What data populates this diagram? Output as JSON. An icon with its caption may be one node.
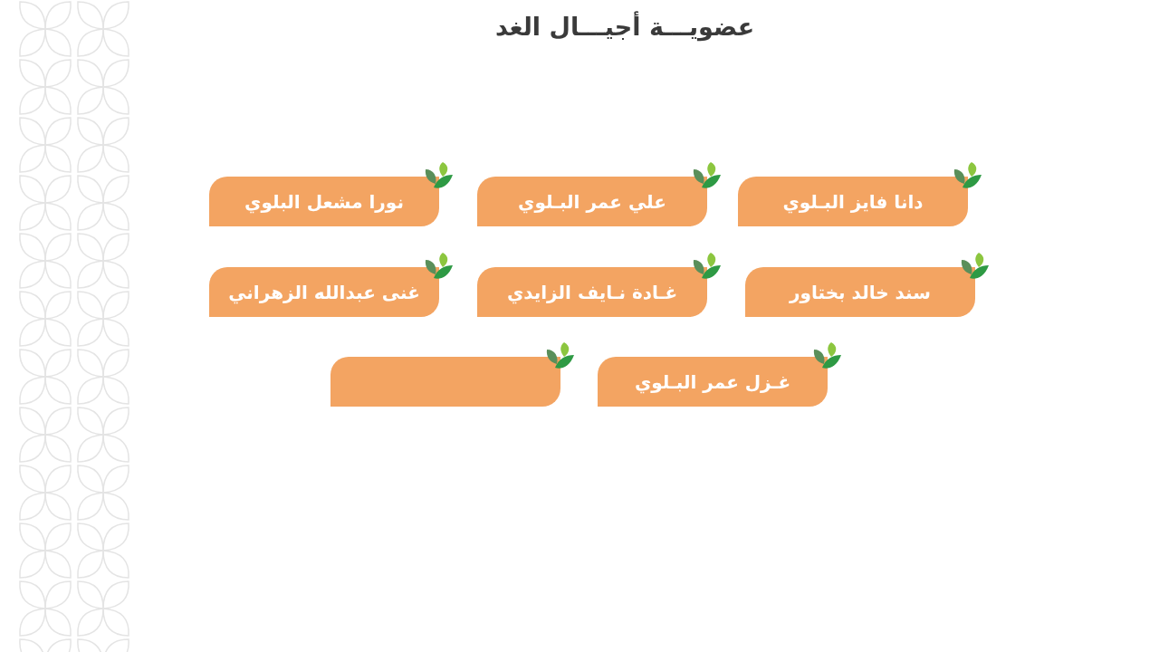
{
  "diagram": {
    "title": "عضويـــة أجيـــال الغد",
    "nodes": [
      {
        "text": [
          "دانا فايز البـلوي"
        ]
      },
      {
        "text": [
          "علي عمر البـلوي"
        ]
      },
      {
        "text": [
          "نورا مشعل البلوي"
        ]
      },
      {
        "text": [
          "سند خالد بختاور"
        ]
      },
      {
        "text": [
          "غـادة نـايف الزايدي"
        ]
      },
      {
        "text": [
          "غنى عبدالله الزهراني"
        ]
      },
      {
        "text": [
          "غـزل عمر البـلوي"
        ]
      },
      {
        "text": [],
        "shape": "box"
      }
    ]
  }
}
